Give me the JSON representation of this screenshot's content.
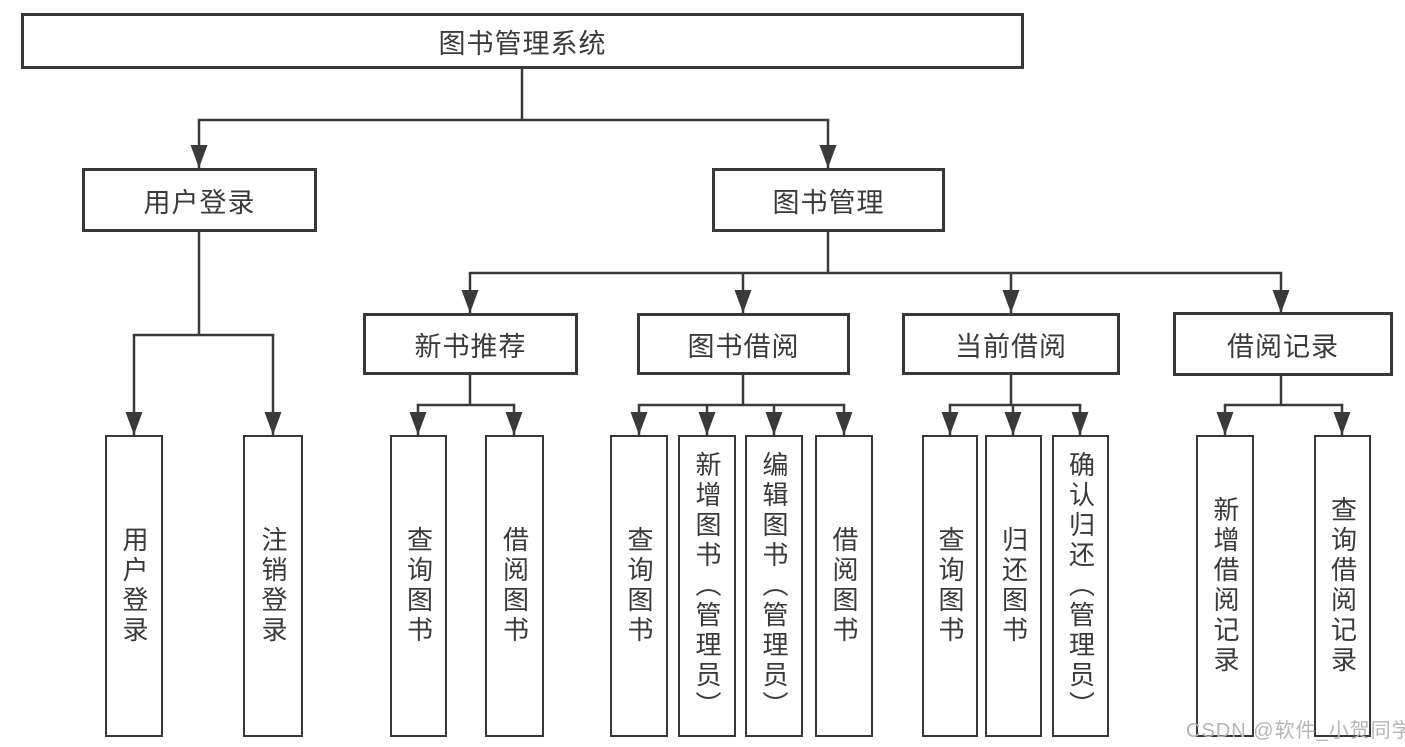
{
  "diagram": {
    "title": "图书管理系统",
    "type": "hierarchy-tree",
    "colors": {
      "line": "#3a3a3a",
      "box_border": "#383838",
      "text": "#3a3a3a",
      "background": "#ffffff",
      "watermark": "#b5b5b5"
    },
    "nodes": {
      "root": {
        "label": "图书管理系统"
      },
      "login": {
        "label": "用户登录"
      },
      "manage": {
        "label": "图书管理"
      },
      "recommend": {
        "label": "新书推荐"
      },
      "borrow": {
        "label": "图书借阅"
      },
      "current": {
        "label": "当前借阅"
      },
      "record": {
        "label": "借阅记录"
      },
      "user_login": {
        "label": "用户登录"
      },
      "logout": {
        "label": "注销登录"
      },
      "recommend_query": {
        "label": "查询图书"
      },
      "recommend_borrow": {
        "label": "借阅图书"
      },
      "borrow_query": {
        "label": "查询图书"
      },
      "borrow_add": {
        "label": "新增图书（管理员）"
      },
      "borrow_edit": {
        "label": "编辑图书（管理员）"
      },
      "borrow_lend": {
        "label": "借阅图书"
      },
      "current_query": {
        "label": "查询图书"
      },
      "current_return": {
        "label": "归还图书"
      },
      "current_confirm": {
        "label": "确认归还（管理员）"
      },
      "record_add": {
        "label": "新增借阅记录"
      },
      "record_query": {
        "label": "查询借阅记录"
      }
    },
    "hierarchy": {
      "root": "图书管理系统",
      "children": [
        {
          "label": "用户登录",
          "children": [
            "用户登录",
            "注销登录"
          ]
        },
        {
          "label": "图书管理",
          "children": [
            {
              "label": "新书推荐",
              "children": [
                "查询图书",
                "借阅图书"
              ]
            },
            {
              "label": "图书借阅",
              "children": [
                "查询图书",
                "新增图书（管理员）",
                "编辑图书（管理员）",
                "借阅图书"
              ]
            },
            {
              "label": "当前借阅",
              "children": [
                "查询图书",
                "归还图书",
                "确认归还（管理员）"
              ]
            },
            {
              "label": "借阅记录",
              "children": [
                "新增借阅记录",
                "查询借阅记录"
              ]
            }
          ]
        }
      ]
    }
  },
  "watermark": {
    "text": "CSDN @软件_小贺同学"
  }
}
